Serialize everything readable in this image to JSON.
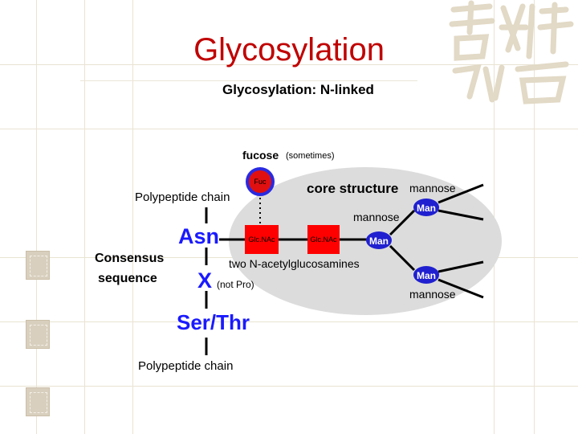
{
  "slide": {
    "title": "Glycosylation"
  },
  "diagram": {
    "heading": "Glycosylation: N-linked",
    "fucose_label": "fucose",
    "fucose_note": "(sometimes)",
    "core_structure": "core structure",
    "polypeptide_top": "Polypeptide chain",
    "polypeptide_bottom": "Polypeptide chain",
    "residue_asn": "Asn",
    "residue_x": "X",
    "residue_x_note": "(not Pro)",
    "residue_ser_thr": "Ser/Thr",
    "consensus_line1": "Consensus",
    "consensus_line2": "sequence",
    "two_glcnac_label": "two N-acetylglucosamines",
    "mannose_top": "mannose",
    "mannose_middle": "mannose",
    "mannose_bottom": "mannose",
    "nodes": {
      "fuc": "Fuc",
      "glcnac_1": "Glc.NAc",
      "glcnac_2": "Glc.NAc",
      "man_center": "Man",
      "man_top": "Man",
      "man_bottom": "Man"
    },
    "colors": {
      "glcnac_fill": "#ff0000",
      "man_fill": "#2020d0",
      "fuc_fill": "#e01010",
      "fuc_ring": "#2a2ae0",
      "core_bg": "#dcdcdc"
    }
  }
}
